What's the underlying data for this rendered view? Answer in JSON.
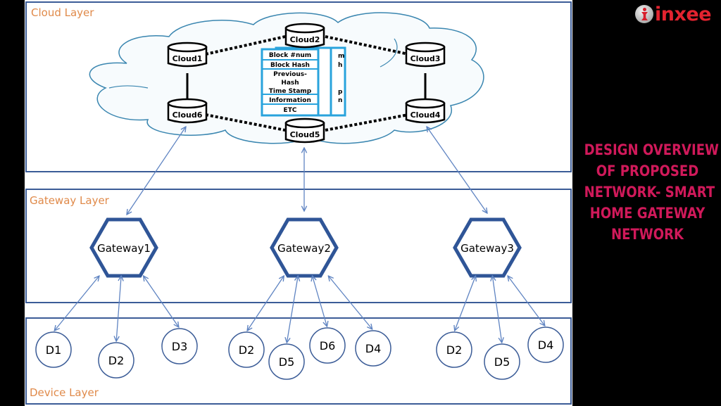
{
  "brand": {
    "name": "inxee",
    "color": "#e3232f"
  },
  "title": {
    "lines": [
      "DESIGN OVERVIEW",
      "OF PROPOSED",
      "NETWORK- SMART",
      "HOME GATEWAY",
      "NETWORK"
    ],
    "color": "#d0195a"
  },
  "layers": {
    "cloud": "Cloud Layer",
    "gateway": "Gateway Layer",
    "device": "Device Layer"
  },
  "clouds": {
    "c1": "Cloud1",
    "c2": "Cloud2",
    "c3": "Cloud3",
    "c4": "Cloud4",
    "c5": "Cloud5",
    "c6": "Cloud6"
  },
  "block": {
    "rows": [
      "Block #num",
      "Block Hash",
      "Previous-",
      "Hash",
      "Time Stamp",
      "Information",
      "ETC"
    ],
    "back_fragments": [
      "m",
      "h",
      "p",
      "n"
    ]
  },
  "gateways": [
    "Gateway1",
    "Gateway2",
    "Gateway3"
  ],
  "devices": {
    "g1": [
      "D1",
      "D2",
      "D3"
    ],
    "g2": [
      "D2",
      "D5",
      "D6",
      "D4"
    ],
    "g3": [
      "D2",
      "D5",
      "D4"
    ]
  },
  "colors": {
    "layer_border": "#3b5c97",
    "layer_label": "#e08a4a",
    "cloud_outline": "#3a86b0",
    "block_border": "#29a3dc",
    "arrow": "#5f84c2"
  }
}
